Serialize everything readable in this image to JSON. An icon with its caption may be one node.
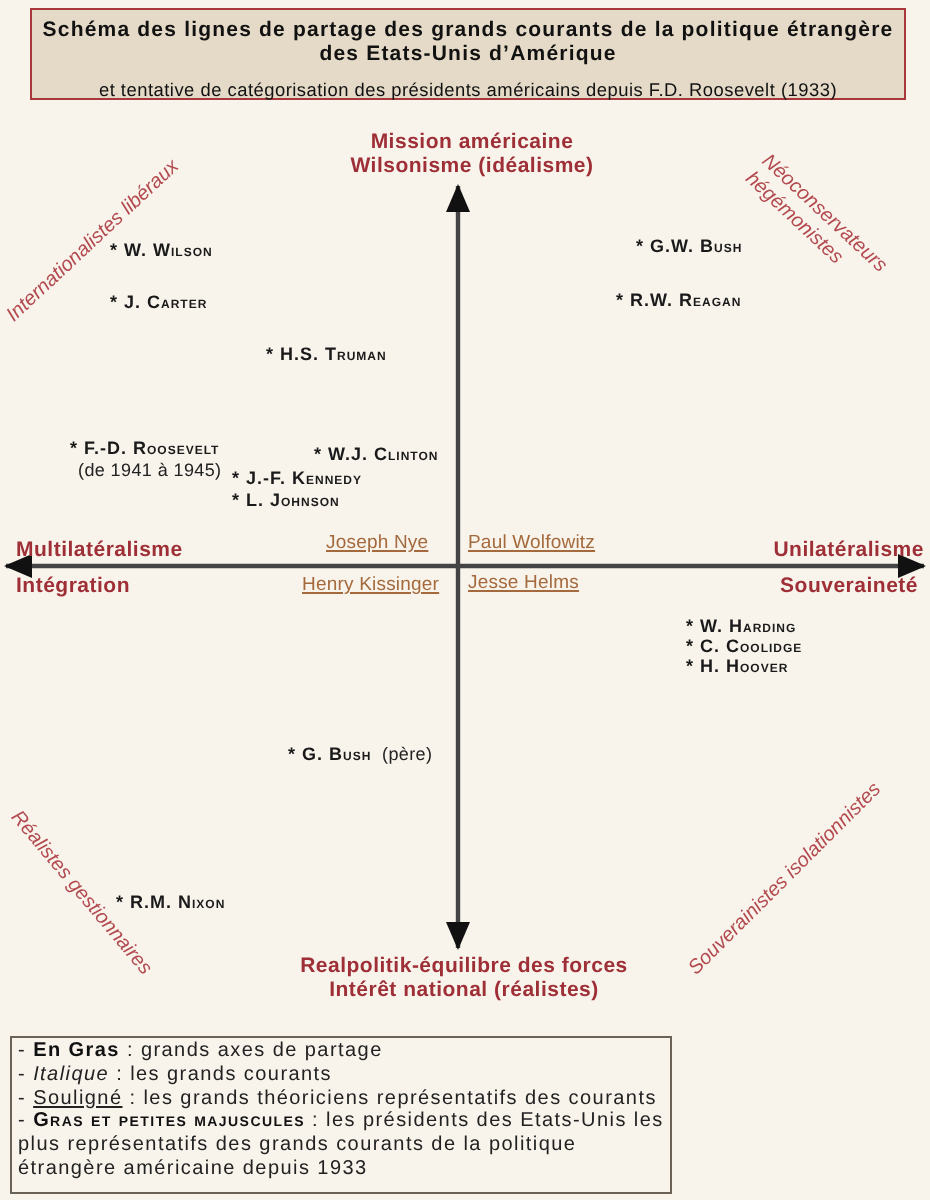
{
  "diagram": {
    "title": "Schéma des lignes de partage des grands courants de la politique étrangère des Etats-Unis d’Amérique",
    "labels": [
      "et tentative de catégorisation des présidents américains depuis F.D. Roosevelt (1933)",
      "Mission américaine Wilsonisme (idéalisme)",
      "Internationalistes libéraux",
      "Néoconservateurs hégémonistes",
      "* W. Wilson",
      "* G.W. Bush",
      "* J. Carter",
      "* R.W. Reagan",
      "* H.S. Truman",
      "* F.-D. Roosevelt",
      "* W.J. Clinton",
      "(de 1941 à 1945)",
      "* J.-F. Kennedy",
      "* L. Johnson",
      "Multilatéralisme",
      "Joseph Nye",
      "Paul Wolfowitz",
      "Unilatéralisme",
      "Intégration",
      "Henry Kissinger",
      "Jesse Helms",
      "Souveraineté",
      "* W. Harding",
      "* C. Coolidge",
      "* H. Hoover",
      "* G. Bush",
      "(père)",
      "Réalistes gestionnaires",
      "* R.M. Nixon",
      "Souverainistes isolationnistes",
      "Realpolitik-équilibre des forces Intérêt national (réalistes)"
    ],
    "legend": [
      {
        "text": "- **En Gras** : grands axes de partage"
      },
      {
        "text": "- *Italique* : les grands courants"
      },
      {
        "text": "- Souligné : les grands théoriciens représentatifs des courants"
      },
      {
        "text": "- Gras et petites majuscules : les présidents des Etats-Unis les plus représentatifs des grands courants de la politique étrangère américaine depuis 1933"
      }
    ]
  }
}
